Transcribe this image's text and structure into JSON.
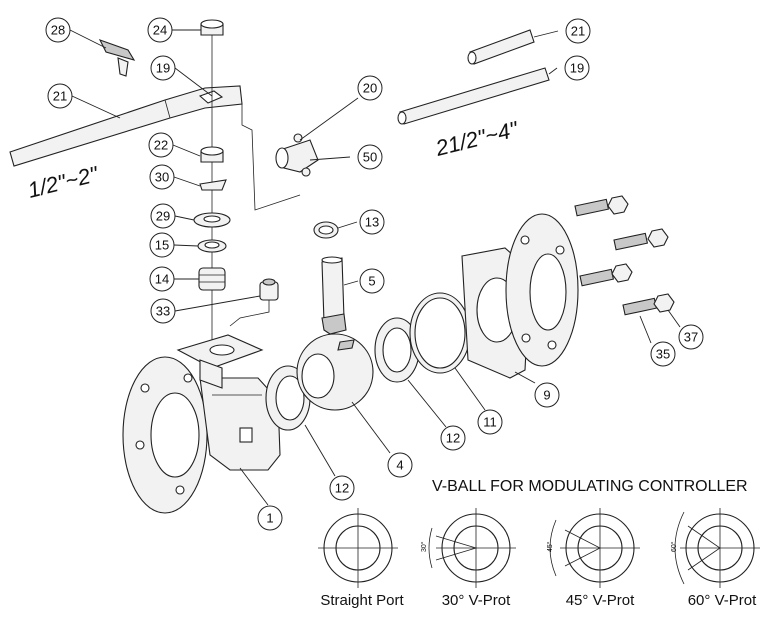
{
  "callouts": [
    {
      "label": "28"
    },
    {
      "label": "24"
    },
    {
      "label": "19"
    },
    {
      "label": "21"
    },
    {
      "label": "22"
    },
    {
      "label": "30"
    },
    {
      "label": "29"
    },
    {
      "label": "15"
    },
    {
      "label": "14"
    },
    {
      "label": "33"
    },
    {
      "label": "20"
    },
    {
      "label": "50"
    },
    {
      "label": "21"
    },
    {
      "label": "19"
    },
    {
      "label": "13"
    },
    {
      "label": "5"
    },
    {
      "label": "1"
    },
    {
      "label": "12"
    },
    {
      "label": "4"
    },
    {
      "label": "12"
    },
    {
      "label": "11"
    },
    {
      "label": "9"
    },
    {
      "label": "35"
    },
    {
      "label": "37"
    }
  ],
  "size_labels": {
    "small": "1/2\"~2\"",
    "large": "21/2\"~4\""
  },
  "vball": {
    "title": "V-BALL FOR MODULATING CONTROLLER",
    "variants": [
      {
        "label": "Straight Port",
        "angle_text": ""
      },
      {
        "label": "30° V-Prot",
        "angle_text": "30°"
      },
      {
        "label": "45° V-Prot",
        "angle_text": "45°"
      },
      {
        "label": "60° V-Prot",
        "angle_text": "60°"
      }
    ]
  }
}
